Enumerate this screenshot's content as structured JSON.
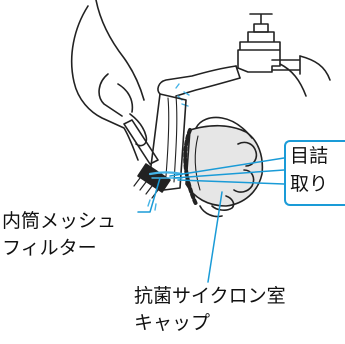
{
  "diagram": {
    "callouts": {
      "inner_filter": {
        "line1": "内筒メッシュ",
        "line2": "フィルター"
      },
      "cyclone_cap": {
        "line1": "抗菌サイクロン室",
        "line2": "キャップ"
      },
      "clog": {
        "line1": "目詰",
        "line2": "取り"
      }
    },
    "colors": {
      "outline": "#222222",
      "callout_line": "#1a9bd7",
      "water": "#44b3e6",
      "cap_fill": "#e6e6e6"
    }
  }
}
